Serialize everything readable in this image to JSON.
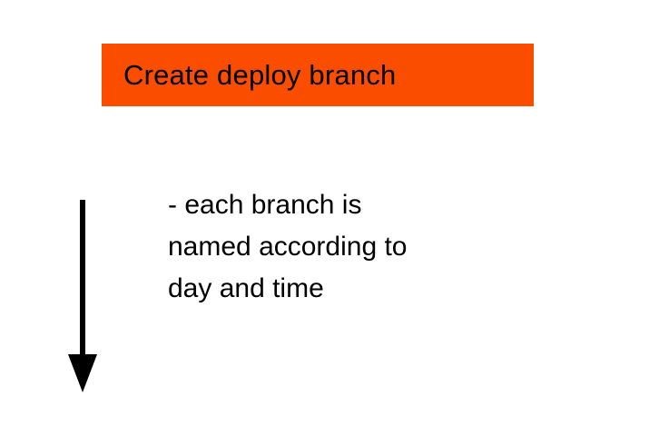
{
  "step_box": {
    "label": "Create deploy branch",
    "background": "#FB4D00",
    "text_color": "#000000"
  },
  "note": {
    "lines": [
      "- each branch is",
      "named according to",
      "day and time"
    ]
  },
  "arrow": {
    "direction": "down",
    "color": "#000000"
  }
}
